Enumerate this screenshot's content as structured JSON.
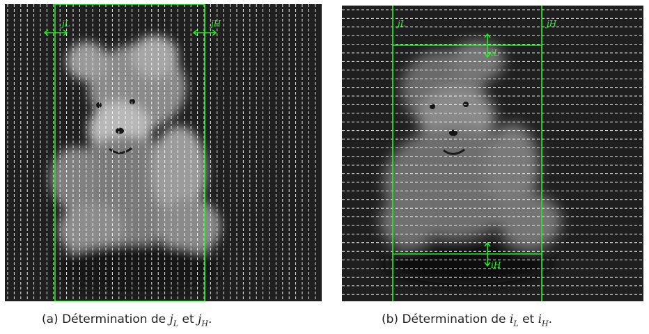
{
  "figure": {
    "panel_a": {
      "caption_prefix": "(a)  Détermination de ",
      "var1": "j",
      "var1_sub": "L",
      "connector": " et ",
      "var2": "j",
      "var2_sub": "H",
      "caption_suffix": ".",
      "label_low": "jL",
      "label_high": "jH",
      "scan_direction": "vertical"
    },
    "panel_b": {
      "caption_prefix": "(b)  Détermination de ",
      "var1": "i",
      "var1_sub": "L",
      "connector": " et ",
      "var2": "i",
      "var2_sub": "H",
      "caption_suffix": ".",
      "label_col_low": "jL",
      "label_col_high": "jH",
      "label_row_low": "iL",
      "label_row_high": "iH",
      "scan_direction": "horizontal"
    },
    "colors": {
      "bounding_box": "#22ee22",
      "scan_lines": "#ffffff",
      "background": "#1f1f1f"
    }
  }
}
